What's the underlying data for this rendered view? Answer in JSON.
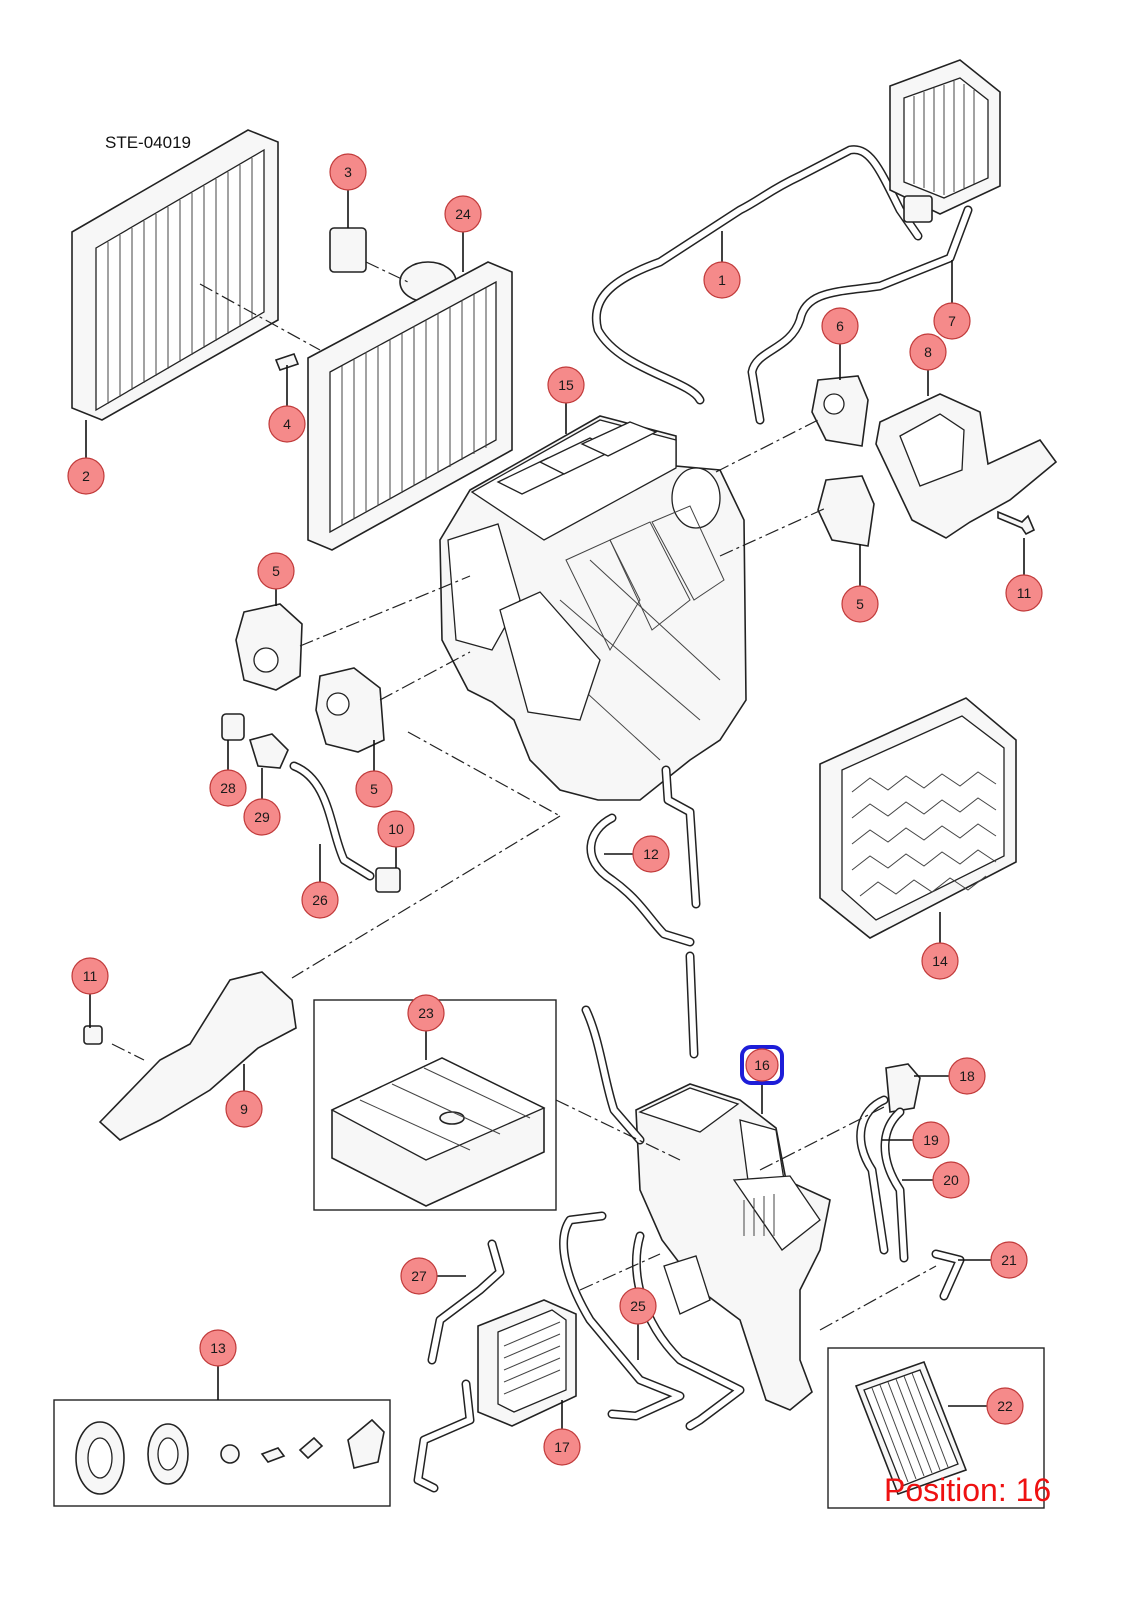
{
  "diagram": {
    "reference_code": "STE-04019",
    "position_label": "Position: 16",
    "selected_callout": "16",
    "callouts": {
      "c1": "1",
      "c2": "2",
      "c3": "3",
      "c4": "4",
      "c5a": "5",
      "c5b": "5",
      "c5c": "5",
      "c6": "6",
      "c7": "7",
      "c8": "8",
      "c9": "9",
      "c10": "10",
      "c11a": "11",
      "c11b": "11",
      "c12": "12",
      "c13": "13",
      "c14": "14",
      "c15": "15",
      "c16": "16",
      "c17": "17",
      "c18": "18",
      "c19": "19",
      "c20": "20",
      "c21": "21",
      "c22": "22",
      "c23": "23",
      "c24": "24",
      "c25": "25",
      "c26": "26",
      "c27": "27",
      "c28": "28",
      "c29": "29"
    },
    "colors": {
      "callout_fill": "#f58a8a",
      "callout_border": "#c13a3a",
      "selection_ring": "#1d1dd8",
      "position_text": "#ee1111"
    }
  }
}
